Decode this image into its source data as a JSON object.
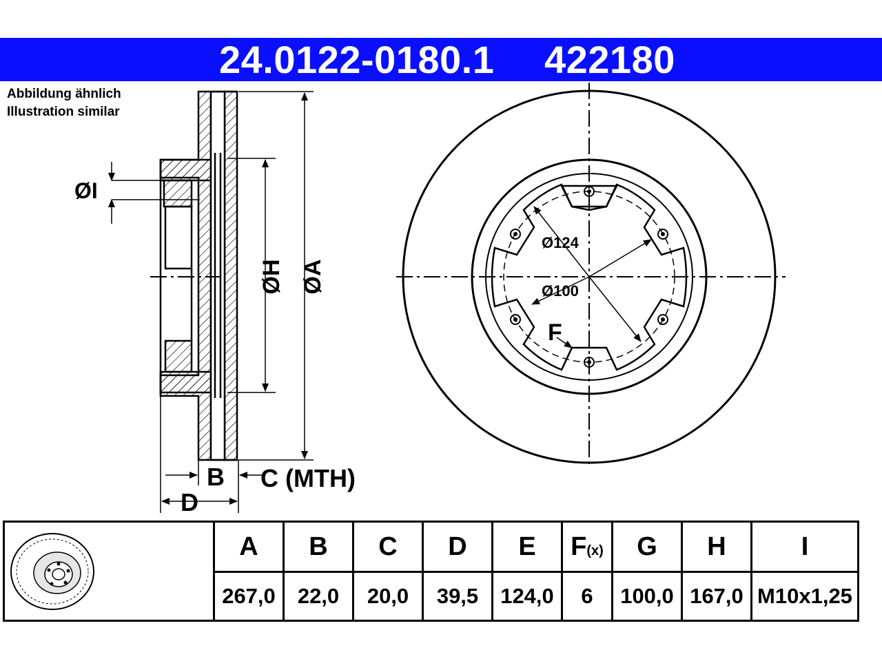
{
  "header": {
    "article_number": "24.0122-0180.1",
    "reference_number": "422180",
    "background_color": "#0a10ff",
    "text_color": "#ffffff"
  },
  "note": {
    "line_de": "Abbildung ähnlich",
    "line_en": "Illustration similar"
  },
  "side_view_labels": {
    "i": "ØI",
    "h": "ØH",
    "a": "ØA",
    "b": "B",
    "c": "C (MTH)",
    "d": "D"
  },
  "front_view_labels": {
    "pcd": "Ø124",
    "center_bore": "Ø100",
    "f": "F"
  },
  "table": {
    "headers": [
      {
        "key": "A"
      },
      {
        "key": "B"
      },
      {
        "key": "C"
      },
      {
        "key": "D"
      },
      {
        "key": "E"
      },
      {
        "key": "F",
        "suffix": "(x)"
      },
      {
        "key": "G"
      },
      {
        "key": "H"
      },
      {
        "key": "I"
      }
    ],
    "values": [
      "267,0",
      "22,0",
      "20,0",
      "39,5",
      "124,0",
      "6",
      "100,0",
      "167,0",
      "M10x1,25"
    ]
  }
}
